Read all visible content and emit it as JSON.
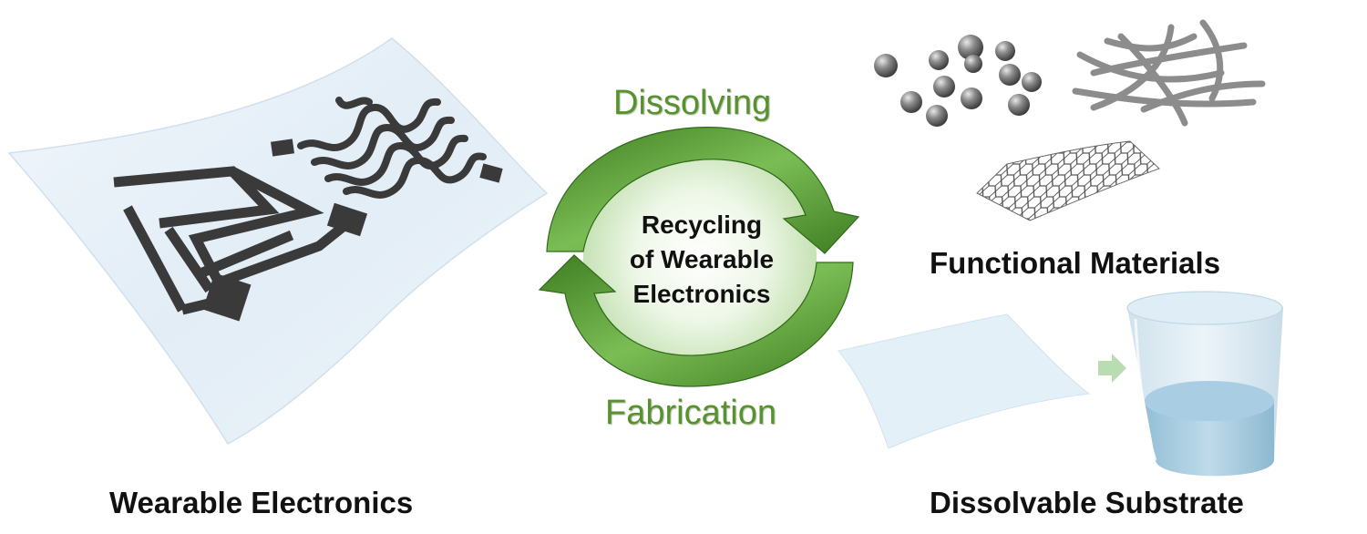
{
  "cycle": {
    "top_label": "Dissolving",
    "bottom_label": "Fabrication",
    "center_lines": [
      "Recycling",
      "of Wearable",
      "Electronics"
    ],
    "arrow_color": "#4c8a2e"
  },
  "panels": {
    "left": "Wearable Electronics",
    "top_right": "Functional Materials",
    "bottom_right": "Dissolvable Substrate"
  },
  "colors": {
    "substrate": "#e6f0f8",
    "circuit": "#3a3a3a",
    "water": "#a9cde2",
    "accent_arrow": "#b9ddb0"
  }
}
